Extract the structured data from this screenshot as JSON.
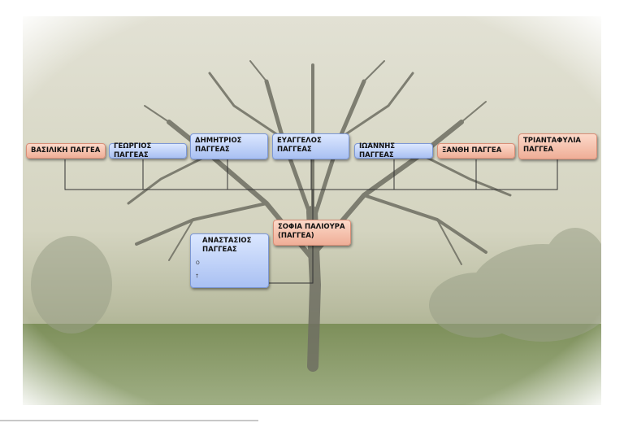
{
  "diagram": {
    "type": "family-tree",
    "people": [
      {
        "id": "p1",
        "name": "ΒΑΣΙΛΙΚΗ ΠΑΓΓΕΑ",
        "gender": "female"
      },
      {
        "id": "p2",
        "name": "ΓΕΩΡΓΙΟΣ ΠΑΓΓΕΑΣ",
        "gender": "male"
      },
      {
        "id": "p3",
        "name": "ΔΗΜΗΤΡΙΟΣ ΠΑΓΓΕΑΣ",
        "gender": "male"
      },
      {
        "id": "p4",
        "name": "ΕΥΑΓΓΕΛΟΣ ΠΑΓΓΕΑΣ",
        "gender": "male"
      },
      {
        "id": "p5",
        "name": "ΙΩΑΝΝΗΣ ΠΑΓΓΕΑΣ",
        "gender": "male"
      },
      {
        "id": "p6",
        "name": "ΞΑΝΘΗ ΠΑΓΓΕΑ",
        "gender": "female"
      },
      {
        "id": "p7",
        "name": "ΤΡΙΑΝΤΑΦΥΛΙΑ ΠΑΓΓΕΑ",
        "gender": "female"
      },
      {
        "id": "p8",
        "name": "ΣΟΦΙΑ ΠΑΛΙΟΥΡΑ (ΠΑΓΓΕΑ)",
        "gender": "female"
      },
      {
        "id": "p9",
        "name": "ΑΝΑΣΤΑΣΙΟΣ ΠΑΓΓΕΑΣ",
        "gender": "male",
        "detail_1": "o",
        "detail_2": "†"
      }
    ],
    "couples": [
      {
        "a": "p8",
        "b": "p9",
        "children": [
          "p1",
          "p2",
          "p3",
          "p4",
          "p5",
          "p6",
          "p7"
        ]
      }
    ]
  },
  "colors": {
    "female": "#f2b8a2",
    "male": "#b9cdf7",
    "line": "#333333"
  }
}
